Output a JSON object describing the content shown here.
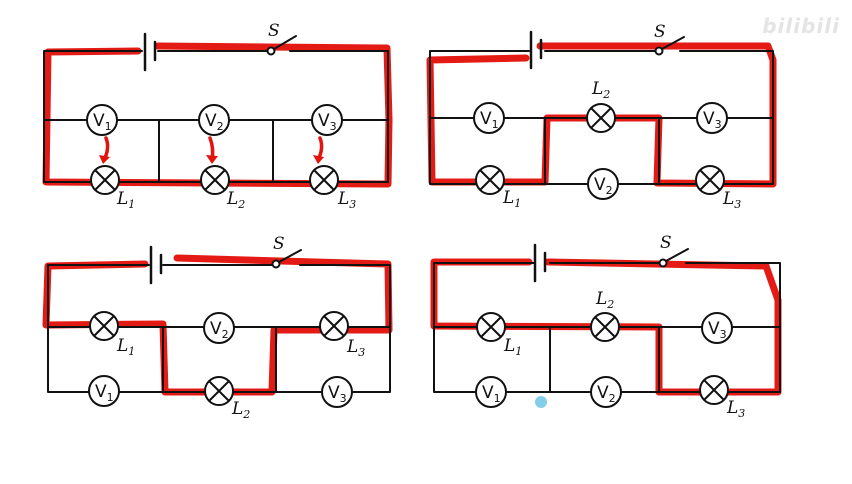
{
  "watermark": "bilibili",
  "colors": {
    "highlight": "#e3130d",
    "wire": "#111111",
    "background": "#ffffff"
  },
  "switch_label": "S",
  "voltmeter_letter": "V",
  "lamp_letter": "L",
  "diagrams": [
    {
      "id": "top-left",
      "voltmeters": [
        "1",
        "2",
        "3"
      ],
      "lamps": [
        "1",
        "2",
        "3"
      ]
    },
    {
      "id": "top-right",
      "voltmeters": [
        "1",
        "2",
        "3"
      ],
      "lamps": [
        "1",
        "2",
        "3"
      ]
    },
    {
      "id": "bottom-left",
      "voltmeters": [
        "1",
        "2",
        "3"
      ],
      "lamps": [
        "1",
        "2",
        "3"
      ]
    },
    {
      "id": "bottom-right",
      "voltmeters": [
        "1",
        "2",
        "3"
      ],
      "lamps": [
        "1",
        "2",
        "3"
      ]
    }
  ]
}
